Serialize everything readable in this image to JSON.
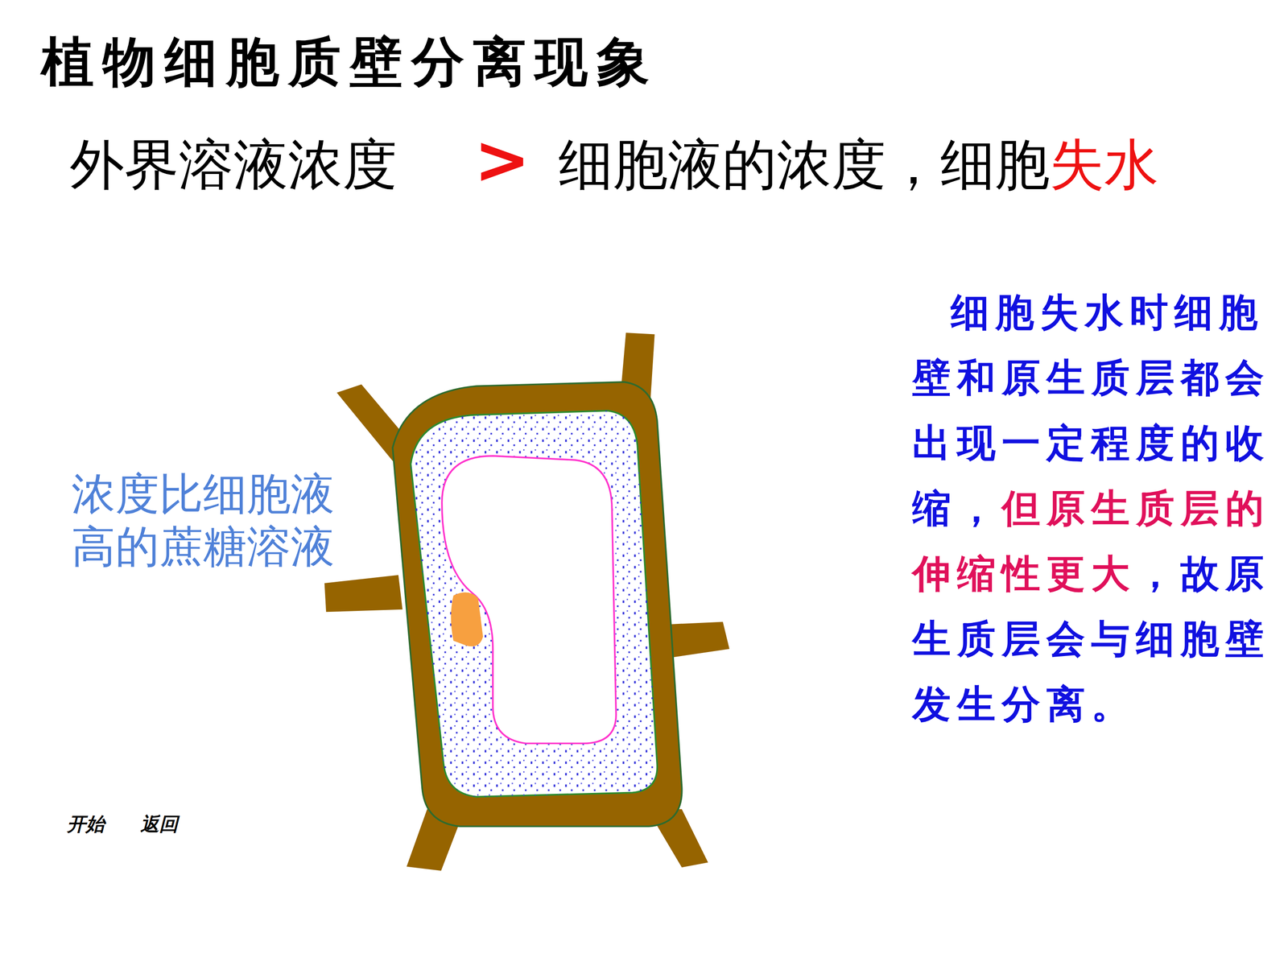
{
  "diagram": {
    "title": "植物细胞质壁分离现象",
    "labels": [
      "外界溶液浓度",
      ">",
      "细胞液的浓度，细胞",
      "失水",
      "浓度比细胞液高的蔗糖溶液",
      "细胞失水时细胞壁和原生质层都会出现一定程度的收缩，",
      "但原生质层的伸缩性更大",
      "，故原生质层会与细胞壁发生分离。",
      "开始",
      "返回"
    ]
  }
}
